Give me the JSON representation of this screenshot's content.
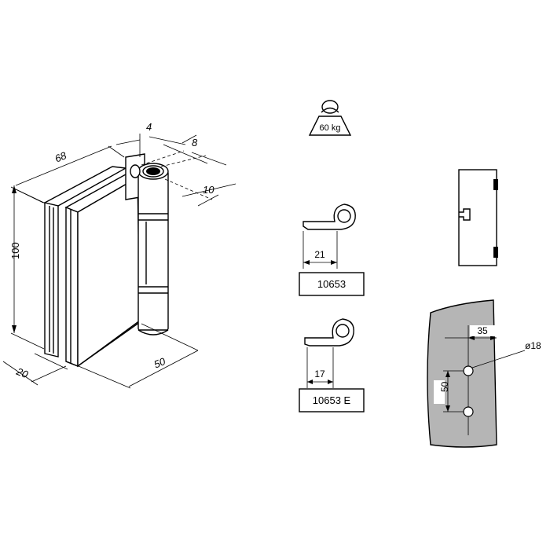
{
  "hinge": {
    "dim_width": "68",
    "dim_pin_offset": "4",
    "dim_pin_depth": "8",
    "dim_pin_height": "10",
    "dim_height": "100",
    "dim_depth": "20",
    "dim_leaf": "50"
  },
  "load": {
    "weight_label": "60 kg"
  },
  "variants": [
    {
      "dimension": "21",
      "code": "10653"
    },
    {
      "dimension": "17",
      "code": "10653 E"
    }
  ],
  "drilling": {
    "offset": "35",
    "hole_diameter": "ø18",
    "hole_spacing": "50"
  },
  "colors": {
    "drawing_line": "#000000",
    "wall_fill": "#b5b5b5"
  }
}
